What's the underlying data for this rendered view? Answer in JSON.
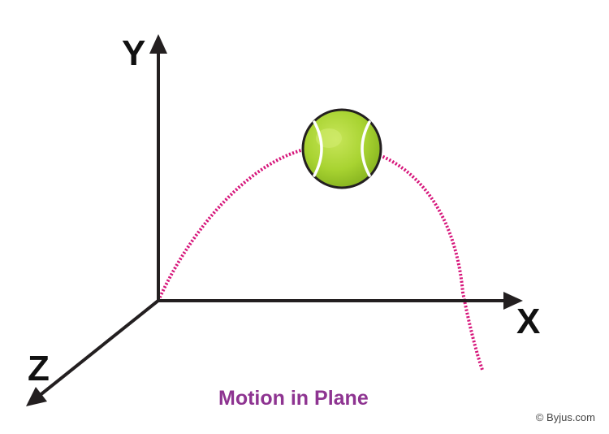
{
  "axes": {
    "x_label": "X",
    "y_label": "Y",
    "z_label": "Z"
  },
  "caption": "Motion in Plane",
  "credit": "© Byjus.com",
  "colors": {
    "axis": "#231f20",
    "trajectory": "#d6157a",
    "caption": "#8e3491",
    "ball_fill": "#a8d331",
    "ball_seam": "#ffffff"
  },
  "icons": {
    "ball": "tennis-ball-icon"
  }
}
